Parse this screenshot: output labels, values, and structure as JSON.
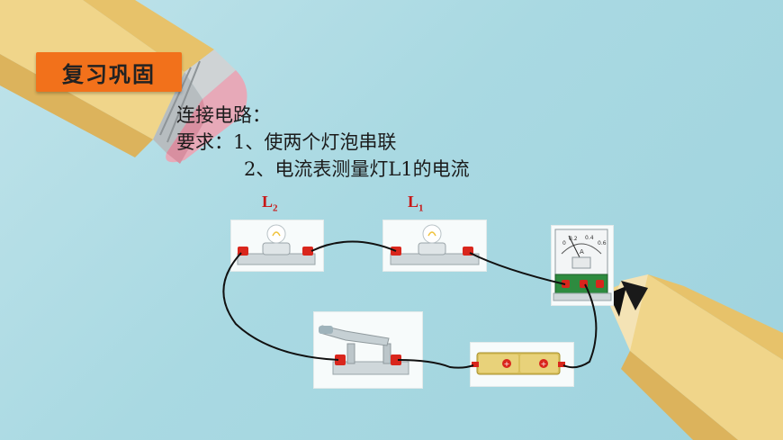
{
  "slide": {
    "title": "复习巩固",
    "line1": "连接电路：",
    "line2": "要求：1、使两个灯泡串联",
    "line3": "2、电流表测量灯L1的电流"
  },
  "labels": {
    "l2_main": "L",
    "l2_sub": "2",
    "l1_main": "L",
    "l1_sub": "1"
  },
  "ammeter": {
    "scale": [
      "0",
      "0.2",
      "0.4",
      "0.6"
    ],
    "unit": "A"
  },
  "colors": {
    "title_bg": "#f2711b",
    "label_red": "#c81818",
    "terminal_red": "#d9261c",
    "wire": "#111111"
  }
}
